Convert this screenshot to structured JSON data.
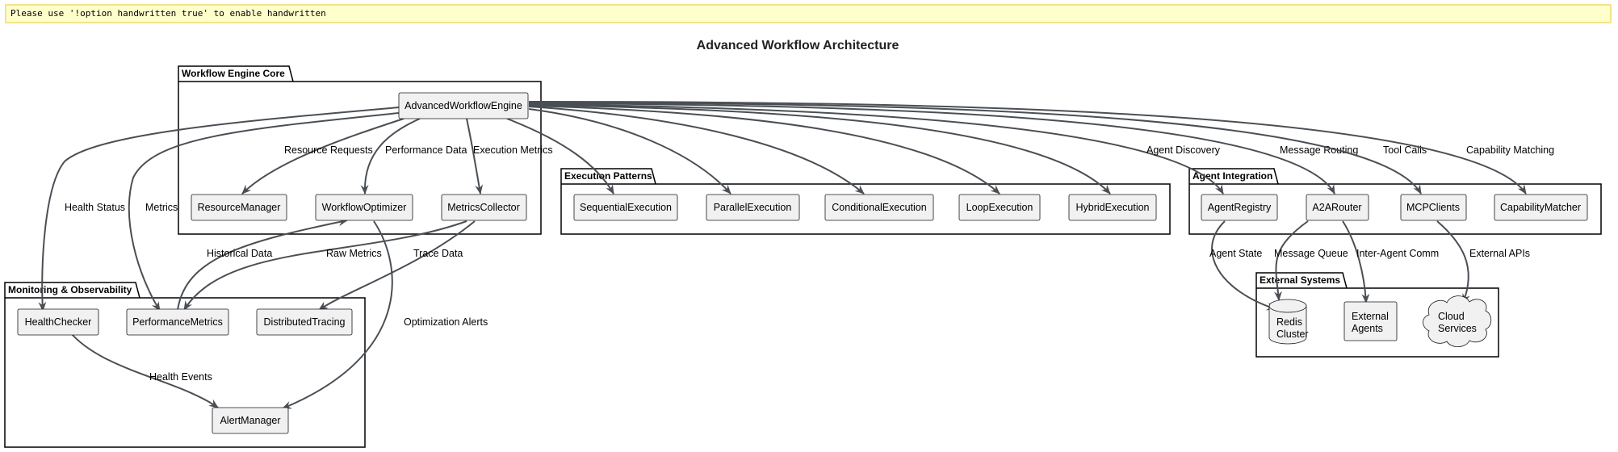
{
  "banner": "Please use '!option handwritten true' to enable handwritten",
  "title": "Advanced Workflow Architecture",
  "packages": {
    "core": "Workflow Engine Core",
    "patterns": "Execution Patterns",
    "agent": "Agent Integration",
    "monitoring": "Monitoring & Observability",
    "external": "External Systems"
  },
  "nodes": {
    "engine": "AdvancedWorkflowEngine",
    "resource": "ResourceManager",
    "optimizer": "WorkflowOptimizer",
    "metrics": "MetricsCollector",
    "sequential": "SequentialExecution",
    "parallel": "ParallelExecution",
    "conditional": "ConditionalExecution",
    "loop": "LoopExecution",
    "hybrid": "HybridExecution",
    "registry": "AgentRegistry",
    "router": "A2ARouter",
    "mcp": "MCPClients",
    "capability": "CapabilityMatcher",
    "health": "HealthChecker",
    "perf": "PerformanceMetrics",
    "tracing": "DistributedTracing",
    "alert": "AlertManager",
    "redis": [
      "Redis",
      "Cluster"
    ],
    "extagents": [
      "External",
      "Agents"
    ],
    "cloud": [
      "Cloud",
      "Services"
    ]
  },
  "edges": {
    "resource_requests": "Resource Requests",
    "performance_data": "Performance Data",
    "execution_metrics": "Execution Metrics",
    "agent_discovery": "Agent Discovery",
    "message_routing": "Message Routing",
    "tool_calls": "Tool Calls",
    "capability_matching": "Capability Matching",
    "health_status": "Health Status",
    "metrics": "Metrics",
    "historical_data": "Historical Data",
    "raw_metrics": "Raw Metrics",
    "trace_data": "Trace Data",
    "optimization_alerts": "Optimization Alerts",
    "health_events": "Health Events",
    "agent_state": "Agent State",
    "message_queue": "Message Queue",
    "inter_agent_comm": "Inter-Agent Comm",
    "external_apis": "External APIs"
  }
}
